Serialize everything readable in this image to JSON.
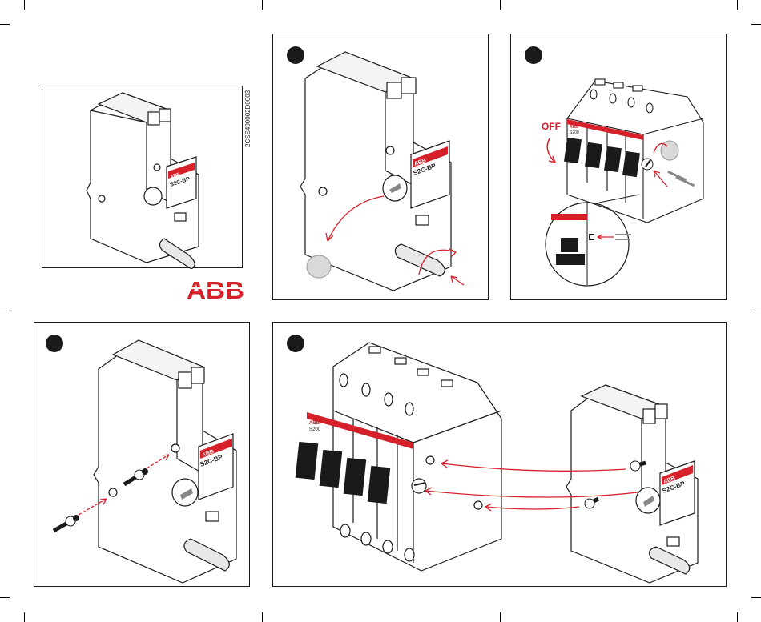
{
  "document": {
    "doc_id": "2CSS490002D0003",
    "logo_text": "ABB"
  },
  "device": {
    "brand": "ABB",
    "model": "S2C-BP",
    "breaker_model": "S200"
  },
  "labels": {
    "off": "OFF"
  },
  "colors": {
    "accent_red": "#d6212b",
    "line": "#1a1a1a",
    "cap_grey": "#d9d9d9"
  },
  "icons": [
    "crop-mark",
    "step-marker",
    "arrow",
    "rotate-arrow",
    "screw-icon"
  ]
}
